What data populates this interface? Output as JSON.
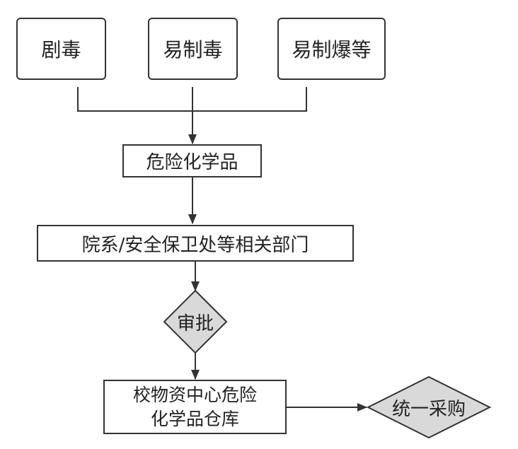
{
  "nodes": {
    "jidu": "剧毒",
    "yizhidu": "易制毒",
    "yizhibao": "易制爆等",
    "weixianpin": "危险化学品",
    "bumen": "院系/安全保卫处等相关部门",
    "shenpi": "审批",
    "cangku_line1": "校物资中心危险",
    "cangku_line2": "化学品仓库",
    "caigou": "统一采购"
  },
  "colors": {
    "stroke": "#333333",
    "diamond_fill": "#d9d9d9",
    "box_fill": "#ffffff"
  }
}
